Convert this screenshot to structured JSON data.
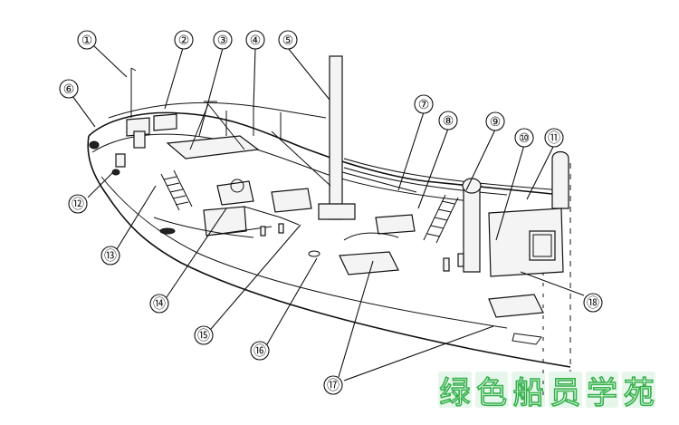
{
  "labels": [
    {
      "text": "①"
    },
    {
      "text": "②"
    },
    {
      "text": "③"
    },
    {
      "text": "④"
    },
    {
      "text": "⑤"
    },
    {
      "text": "⑥"
    },
    {
      "text": "⑦"
    },
    {
      "text": "⑧"
    },
    {
      "text": "⑨"
    },
    {
      "text": "⑩"
    },
    {
      "text": "⑪"
    },
    {
      "text": "⑫"
    },
    {
      "text": "⑬"
    },
    {
      "text": "⑭"
    },
    {
      "text": "⑮"
    },
    {
      "text": "⑯"
    },
    {
      "text": "⑰"
    },
    {
      "text": "⑱"
    }
  ],
  "watermark": {
    "chars": [
      "绿",
      "色",
      "船",
      "员",
      "学",
      "苑"
    ],
    "color": "#33b04a"
  }
}
